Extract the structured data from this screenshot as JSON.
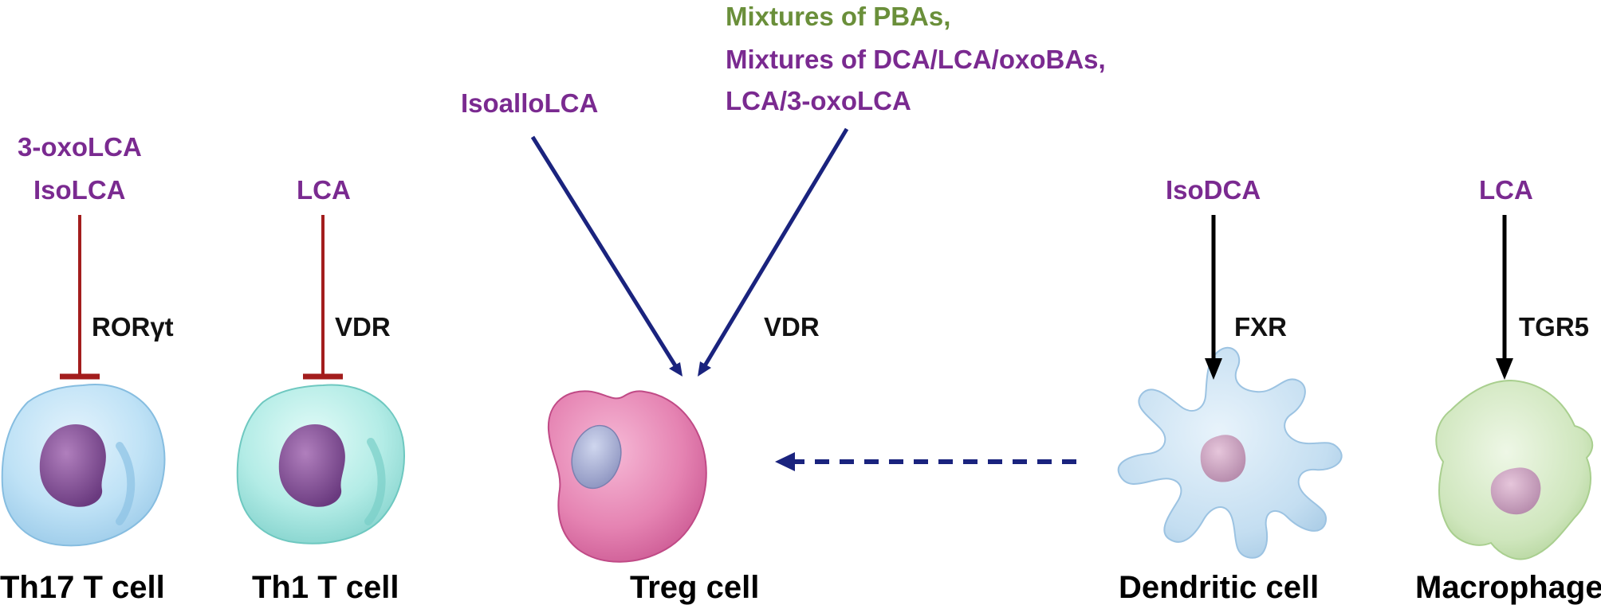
{
  "colors": {
    "ligand_purple": "#7a2a90",
    "ligand_green": "#6a8f3a",
    "inhibit_red": "#a31d1d",
    "activate_navy": "#1a237e",
    "activate_black": "#000000"
  },
  "cells": {
    "th17": {
      "name": "Th17 T cell",
      "ligands": [
        "3-oxoLCA",
        "IsoLCA"
      ],
      "receptor": "RORγt",
      "effect": "inhibit"
    },
    "th1": {
      "name": "Th1 T cell",
      "ligands": [
        "LCA"
      ],
      "receptor": "VDR",
      "effect": "inhibit"
    },
    "treg": {
      "name": "Treg cell",
      "ligand_left": "IsoalloLCA",
      "ligands_right": [
        "Mixtures of PBAs,",
        "Mixtures of DCA/LCA/oxoBAs,",
        "LCA/3-oxoLCA"
      ],
      "receptor": "VDR",
      "effect": "activate"
    },
    "dendritic": {
      "name": "Dendritic cell",
      "ligands": [
        "IsoDCA"
      ],
      "receptor": "FXR",
      "effect": "activate"
    },
    "macrophage": {
      "name": "Macrophage",
      "ligands": [
        "LCA"
      ],
      "receptor": "TGR5",
      "effect": "activate"
    }
  },
  "links": [
    {
      "from": "dendritic",
      "to": "treg",
      "style": "dashed",
      "color": "#1a237e"
    }
  ]
}
